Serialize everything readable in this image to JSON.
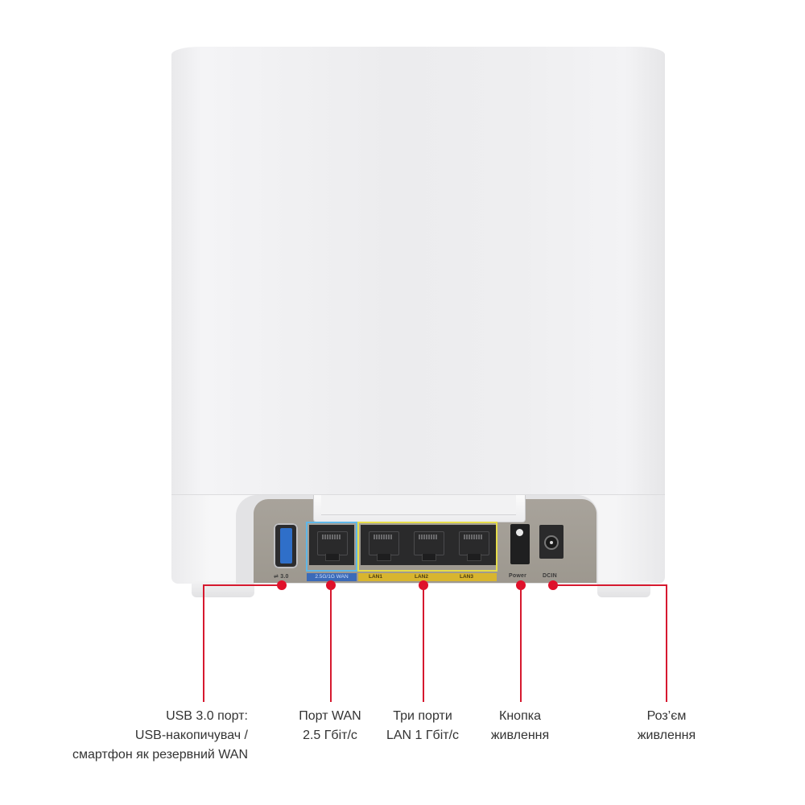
{
  "product": {
    "name": "Wi-Fi router (rear view)",
    "body_color": "#f0f0f2",
    "panel_color": "#a39e95"
  },
  "ports": {
    "usb": {
      "icon": "usb-icon",
      "label": "3.0"
    },
    "wan": {
      "label": "2.5G/1G WAN",
      "frame_color": "#5fb7e8"
    },
    "lan": {
      "labels": [
        "LAN1",
        "LAN2",
        "LAN3"
      ],
      "frame_color": "#e6dd4a"
    },
    "power": {
      "label": "Power"
    },
    "dcin": {
      "label": "DCIN"
    }
  },
  "callouts": {
    "accent_color": "#d6192f",
    "items": [
      {
        "id": "usb",
        "lines": [
          "USB 3.0 порт:",
          "USB-накопичувач /",
          "смартфон як резервний WAN"
        ]
      },
      {
        "id": "wan",
        "lines": [
          "Порт WAN",
          "2.5 Гбіт/с"
        ]
      },
      {
        "id": "lan",
        "lines": [
          "Три порти",
          "LAN 1 Гбіт/с"
        ]
      },
      {
        "id": "power",
        "lines": [
          "Кнопка",
          "живлення"
        ]
      },
      {
        "id": "dcin",
        "lines": [
          "Роз’єм",
          "живлення"
        ]
      }
    ]
  }
}
